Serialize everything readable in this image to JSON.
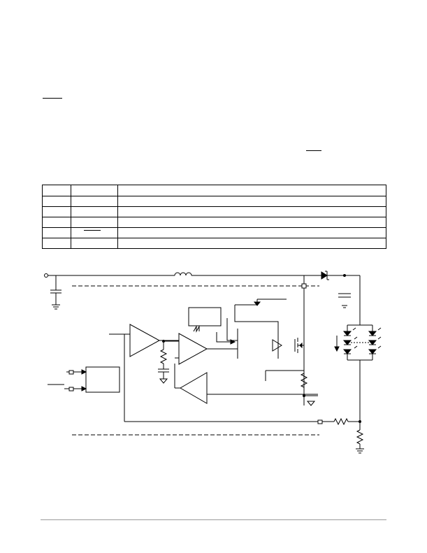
{
  "page": {
    "overline_marks": [
      "",
      "",
      ""
    ],
    "table": {
      "header": [
        "",
        "",
        ""
      ],
      "rows": [
        [
          "",
          "",
          ""
        ],
        [
          "",
          "",
          ""
        ],
        [
          "",
          "",
          ""
        ],
        [
          "",
          "",
          ""
        ],
        [
          "",
          "",
          ""
        ]
      ]
    }
  },
  "schematic": {
    "components": [
      "input-terminal",
      "input-capacitor",
      "inductor",
      "schottky-diode",
      "output-capacitor",
      "led-string",
      "error-amplifier",
      "pwm-comparator",
      "current-sense-amplifier",
      "oscillator-block",
      "control-logic",
      "power-switch",
      "sense-resistor",
      "feedback-resistor",
      "enable-block"
    ]
  }
}
